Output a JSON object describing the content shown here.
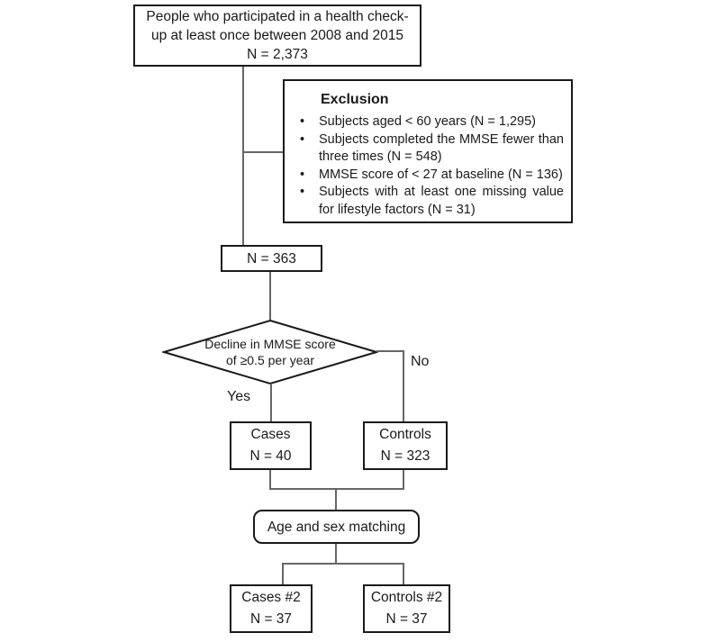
{
  "flowchart": {
    "top_box": {
      "lines": [
        "People who participated in a health check-",
        "up at least once between 2008 and 2015",
        "N = 2,373"
      ]
    },
    "exclusion_box": {
      "title": "Exclusion",
      "bullets": [
        "Subjects aged < 60 years (N = 1,295)",
        "Subjects completed the MMSE fewer than three times (N = 548)",
        "MMSE score of < 27 at baseline (N = 136)",
        "Subjects with at least one missing value for lifestyle factors (N = 31)"
      ]
    },
    "n363_box": {
      "label": "N = 363"
    },
    "decision_diamond": {
      "lines": [
        "Decline in MMSE score",
        "of ≥0.5 per year"
      ]
    },
    "yes_label": "Yes",
    "no_label": "No",
    "cases_box": {
      "title": "Cases",
      "n": "N = 40"
    },
    "controls_box": {
      "title": "Controls",
      "n": "N = 323"
    },
    "matching_box": {
      "label": "Age and sex matching"
    },
    "cases2_box": {
      "title": "Cases #2",
      "n": "N = 37"
    },
    "controls2_box": {
      "title": "Controls #2",
      "n": "N = 37"
    },
    "colors": {
      "border": "#1a1a1a",
      "connector": "#666666",
      "background": "#ffffff",
      "text": "#1a1a1a"
    }
  }
}
